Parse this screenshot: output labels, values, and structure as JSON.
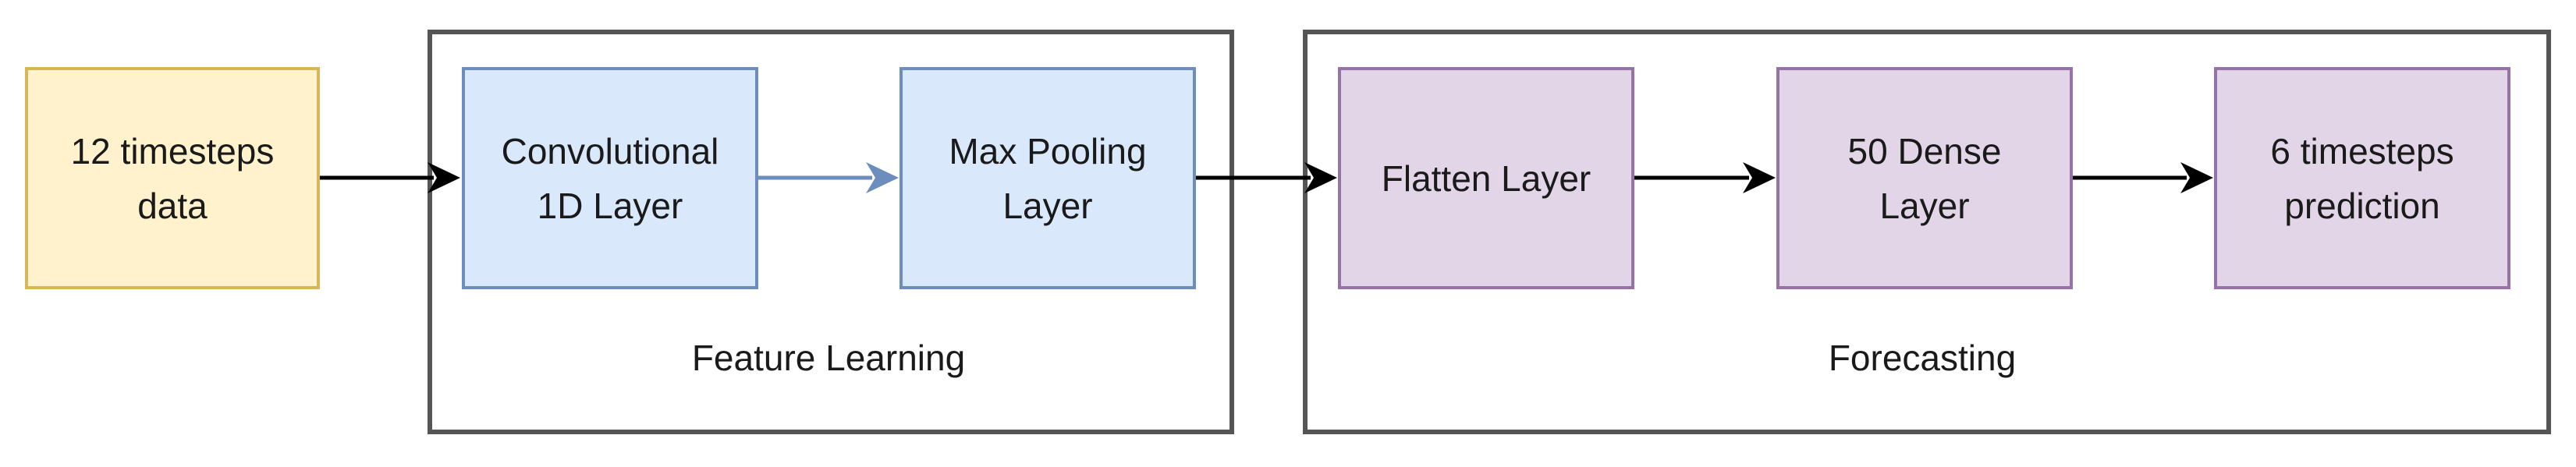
{
  "nodes": {
    "input": "12 timesteps\ndata",
    "conv": "Convolutional\n1D Layer",
    "pool": "Max Pooling\nLayer",
    "flatten": "Flatten Layer",
    "dense": "50 Dense\nLayer",
    "output": "6 timesteps\nprediction"
  },
  "groups": {
    "feature": "Feature Learning",
    "forecast": "Forecasting"
  },
  "colors": {
    "input_fill": "#fff2cc",
    "input_stroke": "#d6b656",
    "blue_fill": "#dae8fc",
    "blue_stroke": "#6c8ebf",
    "purple_fill": "#e1d5e7",
    "purple_stroke": "#9673a6",
    "frame": "#555555",
    "arrow": "#000000"
  }
}
